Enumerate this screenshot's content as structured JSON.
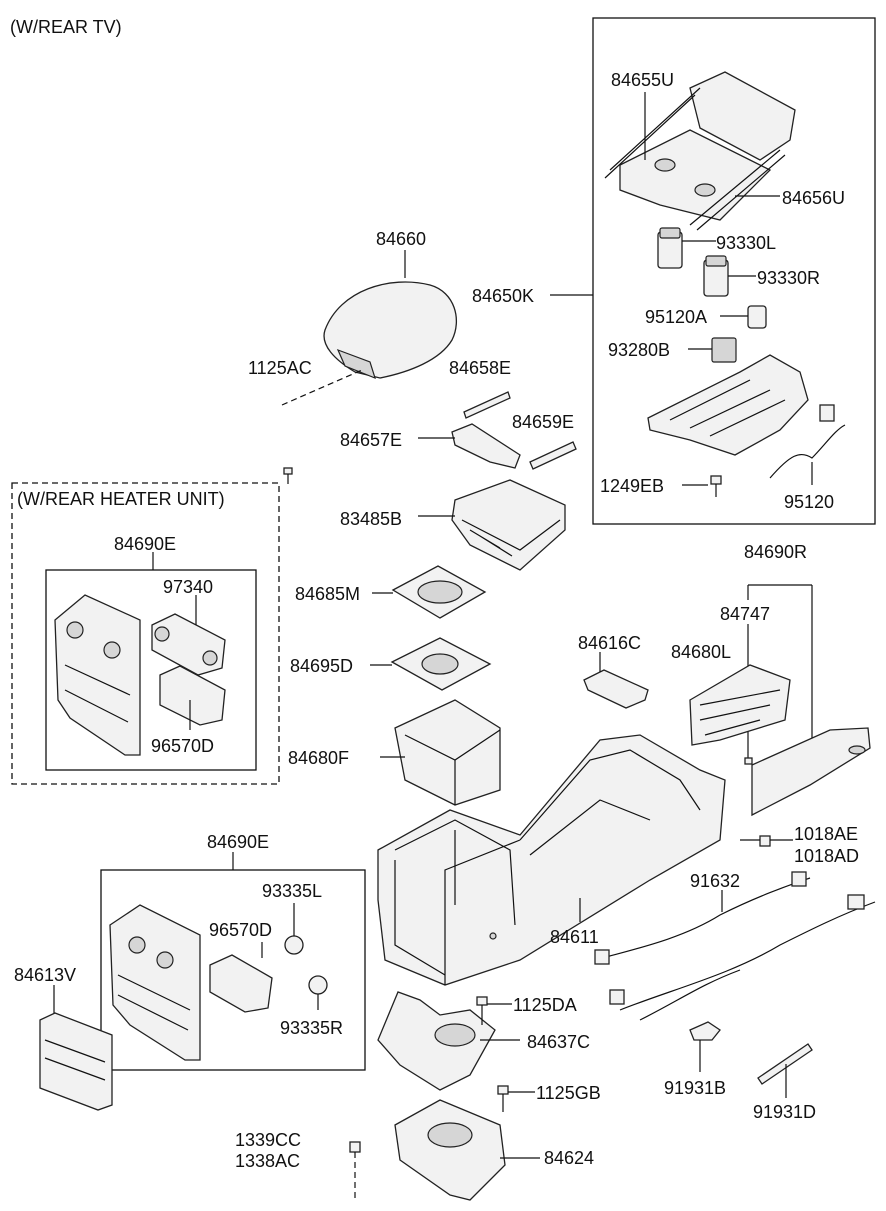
{
  "headers": {
    "rear_tv": "(W/REAR TV)",
    "rear_heater": "(W/REAR HEATER UNIT)"
  },
  "labels": {
    "p84655U": "84655U",
    "p84656U": "84656U",
    "p93330L": "93330L",
    "p93330R": "93330R",
    "p84650K": "84650K",
    "p95120A": "95120A",
    "p93280B": "93280B",
    "p1249EB": "1249EB",
    "p95120": "95120",
    "p84660": "84660",
    "p1125AC": "1125AC",
    "p84658E": "84658E",
    "p84657E": "84657E",
    "p84659E": "84659E",
    "p83485B": "83485B",
    "p84690E_a": "84690E",
    "p97340": "97340",
    "p96570D_a": "96570D",
    "p84685M": "84685M",
    "p84690R": "84690R",
    "p84747": "84747",
    "p84616C": "84616C",
    "p84680L": "84680L",
    "p84695D": "84695D",
    "p84680F": "84680F",
    "p1018AE": "1018AE",
    "p1018AD": "1018AD",
    "p84690E_b": "84690E",
    "p93335L": "93335L",
    "p96570D_b": "96570D",
    "p93335R": "93335R",
    "p91632": "91632",
    "p84611": "84611",
    "p84613V": "84613V",
    "p1125DA": "1125DA",
    "p84637C": "84637C",
    "p1125GB": "1125GB",
    "p91931B": "91931B",
    "p91931D": "91931D",
    "p1339CC": "1339CC",
    "p1338AC": "1338AC",
    "p84624": "84624"
  }
}
